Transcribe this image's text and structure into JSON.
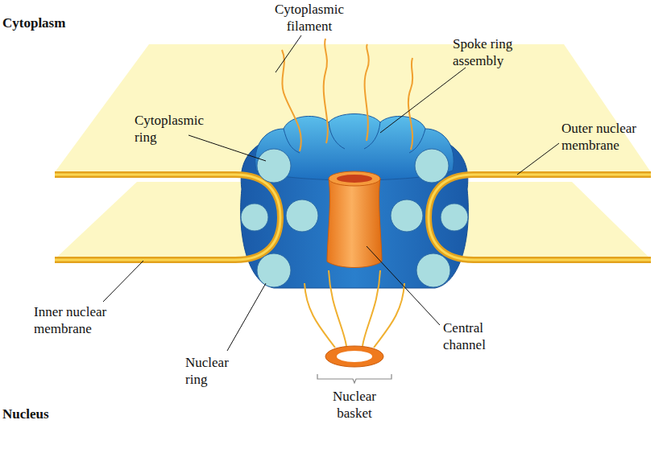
{
  "diagram": {
    "labels": [
      "Cytoplasm",
      "Cytoplasmic filament",
      "Spoke ring assembly",
      "Cytoplasmic ring",
      "Outer nuclear membrane",
      "Inner nuclear membrane",
      "Nuclear ring",
      "Central channel",
      "Nuclear basket",
      "Nucleus"
    ]
  }
}
